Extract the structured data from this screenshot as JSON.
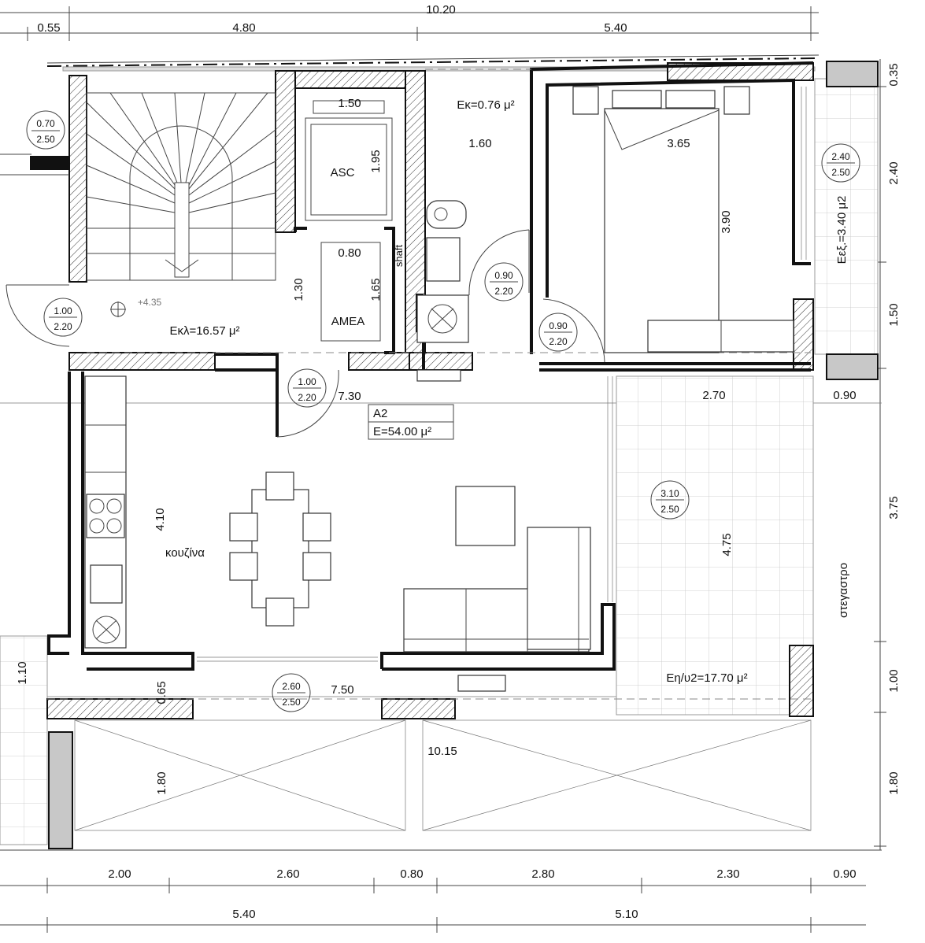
{
  "dimensions": {
    "top_total": "10.20",
    "top_left_small": "0.55",
    "top_left": "4.80",
    "top_right": "5.40",
    "right_035": "0.35",
    "right_240": "2.40",
    "right_150": "1.50",
    "right_375": "3.75",
    "right_100": "1.00",
    "right_180": "1.80",
    "bottom_200": "2.00",
    "bottom_260": "2.60",
    "bottom_080": "0.80",
    "bottom_280": "2.80",
    "bottom_230": "2.30",
    "bottom_090": "0.90",
    "bottom_540": "5.40",
    "bottom_510": "5.10",
    "side_090": "0.90",
    "interior_150": "1.50",
    "interior_195": "1.95",
    "interior_160": "1.60",
    "interior_365": "3.65",
    "interior_390": "3.90",
    "interior_080": "0.80",
    "interior_130": "1.30",
    "interior_165": "1.65",
    "interior_730": "7.30",
    "interior_270": "2.70",
    "interior_410": "4.10",
    "interior_475": "4.75",
    "interior_065": "0.65",
    "interior_750": "7.50",
    "interior_110": "1.10",
    "interior_1015": "10.15",
    "interior_180": "1.80"
  },
  "labels": {
    "asc": "ASC",
    "amea": "AMEA",
    "shaft": "shaft",
    "ek": "Eκ=0.76 μ²",
    "ekl": "Eκλ=16.57 μ²",
    "exp": "Eεξ.=3.40 μ2",
    "level": "+4.35",
    "apt_name": "A2",
    "apt_area": "E=54.00 μ²",
    "kitchen": "κουζίνα",
    "terrace": "Eη/υ2=17.70 μ²",
    "canopy": "στεγαστρο"
  },
  "doors": [
    {
      "top": "0.70",
      "bottom": "2.50"
    },
    {
      "top": "2.40",
      "bottom": "2.50"
    },
    {
      "top": "1.00",
      "bottom": "2.20"
    },
    {
      "top": "0.90",
      "bottom": "2.20"
    },
    {
      "top": "0.90",
      "bottom": "2.20"
    },
    {
      "top": "1.00",
      "bottom": "2.20"
    },
    {
      "top": "3.10",
      "bottom": "2.50"
    },
    {
      "top": "2.60",
      "bottom": "2.50"
    }
  ]
}
